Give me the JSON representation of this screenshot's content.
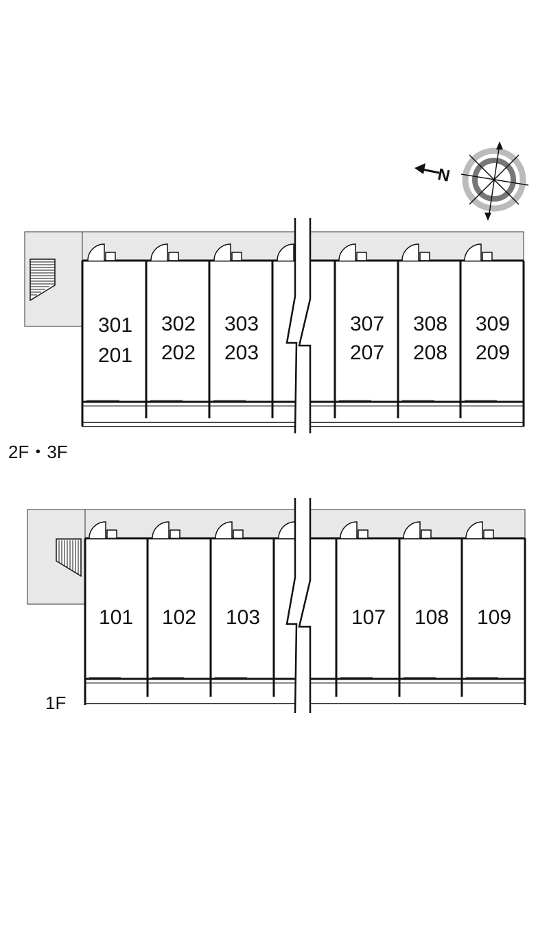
{
  "floors": [
    {
      "id": "upper",
      "label": "2F・3F",
      "units_left": [
        {
          "top": "301",
          "bottom": "201"
        },
        {
          "top": "302",
          "bottom": "202"
        },
        {
          "top": "303",
          "bottom": "203"
        }
      ],
      "units_right": [
        {
          "top": "307",
          "bottom": "207"
        },
        {
          "top": "308",
          "bottom": "208"
        },
        {
          "top": "309",
          "bottom": "209"
        }
      ]
    },
    {
      "id": "ground",
      "label": "1F",
      "units_left": [
        {
          "top": "101"
        },
        {
          "top": "102"
        },
        {
          "top": "103"
        }
      ],
      "units_right": [
        {
          "top": "107"
        },
        {
          "top": "108"
        },
        {
          "top": "109"
        }
      ]
    }
  ],
  "compass": {
    "north_label": "N",
    "north_direction": "left"
  },
  "colors": {
    "corridor": "#e8e8e8",
    "line": "#111111",
    "compass_ring_dark": "#777777",
    "compass_ring_light": "#bbbbbb"
  }
}
